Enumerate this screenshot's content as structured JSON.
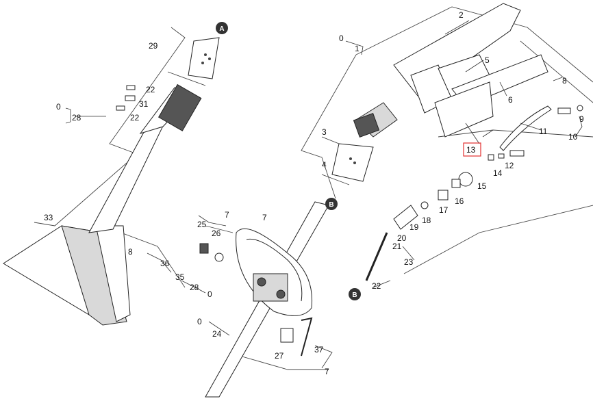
{
  "diagram": {
    "highlighted_part": "13",
    "highlight_color": "#e23030",
    "callouts": [
      "A",
      "B",
      "B"
    ],
    "labels": [
      "2",
      "0",
      "1",
      "5",
      "6",
      "8",
      "9",
      "10",
      "11",
      "13",
      "12",
      "14",
      "15",
      "16",
      "17",
      "18",
      "19",
      "20",
      "21",
      "22",
      "23",
      "3",
      "4",
      "29",
      "22",
      "31",
      "22",
      "0",
      "28",
      "33",
      "8",
      "36",
      "35",
      "28",
      "0",
      "7",
      "25",
      "26",
      "7",
      "0",
      "24",
      "27",
      "37",
      "7"
    ]
  }
}
